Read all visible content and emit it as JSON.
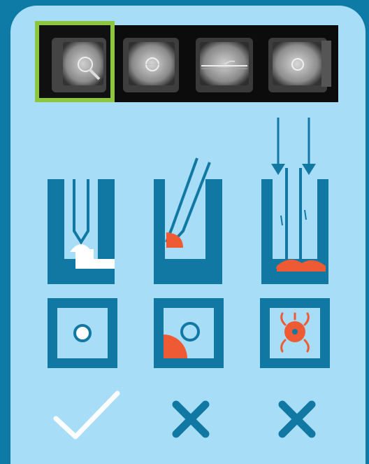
{
  "colors": {
    "frame": "#0E7BA6",
    "panel": "#A8DDF7",
    "selection": "#8DC63F",
    "diagram_blue": "#1078A3",
    "debris": "#EE5A34",
    "white": "#FFFFFF"
  },
  "photos": [
    {
      "name": "photo-1",
      "selected": true
    },
    {
      "name": "photo-2",
      "selected": false
    },
    {
      "name": "photo-3",
      "selected": false
    },
    {
      "name": "photo-4",
      "selected": false
    }
  ],
  "columns": [
    {
      "name": "clean-seal",
      "status_icon": "checkmark-icon"
    },
    {
      "name": "tilted-probe",
      "status_icon": "cross-icon"
    },
    {
      "name": "pressed-probe",
      "status_icon": "cross-icon"
    }
  ]
}
